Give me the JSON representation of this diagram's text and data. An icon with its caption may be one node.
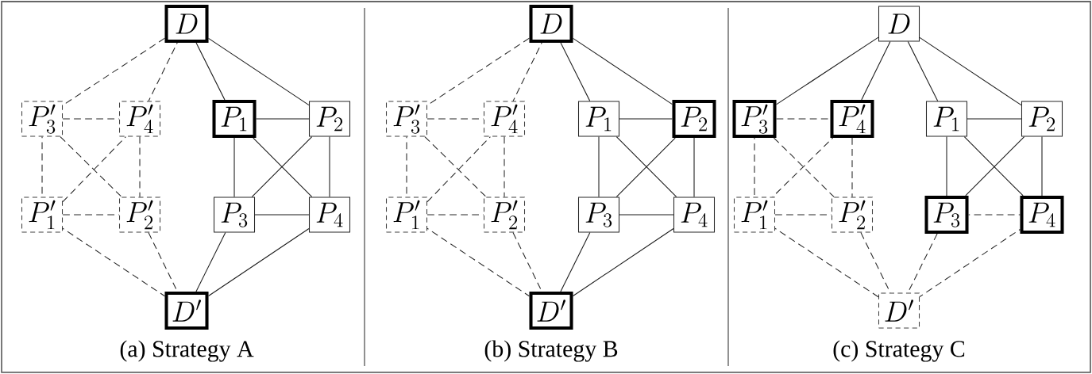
{
  "diagram": {
    "nodes": [
      {
        "text": [
          "D"
        ]
      },
      {
        "text": [
          "P'_3"
        ]
      },
      {
        "text": [
          "P'_4"
        ]
      },
      {
        "text": [
          "P_1"
        ]
      },
      {
        "text": [
          "P_2"
        ]
      },
      {
        "text": [
          "P'_1"
        ]
      },
      {
        "text": [
          "P'_2"
        ]
      },
      {
        "text": [
          "P_3"
        ]
      },
      {
        "text": [
          "P_4"
        ]
      },
      {
        "text": [
          "D'"
        ]
      },
      {
        "text": [
          "D"
        ]
      },
      {
        "text": [
          "P'_3"
        ]
      },
      {
        "text": [
          "P'_4"
        ]
      },
      {
        "text": [
          "P_1"
        ]
      },
      {
        "text": [
          "P_2"
        ]
      },
      {
        "text": [
          "P'_1"
        ]
      },
      {
        "text": [
          "P'_2"
        ]
      },
      {
        "text": [
          "P_3"
        ]
      },
      {
        "text": [
          "P_4"
        ]
      },
      {
        "text": [
          "D'"
        ]
      },
      {
        "text": [
          "D"
        ]
      },
      {
        "text": [
          "P'_3"
        ]
      },
      {
        "text": [
          "P'_4"
        ]
      },
      {
        "text": [
          "P_1"
        ]
      },
      {
        "text": [
          "P_2"
        ]
      },
      {
        "text": [
          "P'_1"
        ]
      },
      {
        "text": [
          "P'_2"
        ]
      },
      {
        "text": [
          "P_3"
        ]
      },
      {
        "text": [
          "P_4"
        ]
      },
      {
        "text": [
          "D'"
        ]
      }
    ],
    "edges": [
      {
        "from": 0,
        "to": 1,
        "arrow": "none",
        "style": "dashed"
      },
      {
        "from": 0,
        "to": 2,
        "arrow": "none",
        "style": "dashed"
      },
      {
        "from": 0,
        "to": 3,
        "arrow": "none"
      },
      {
        "from": 0,
        "to": 4,
        "arrow": "none"
      },
      {
        "from": 1,
        "to": 2,
        "arrow": "none",
        "style": "dashed"
      },
      {
        "from": 1,
        "to": 5,
        "arrow": "none",
        "style": "dashed"
      },
      {
        "from": 1,
        "to": 6,
        "arrow": "none",
        "style": "dashed"
      },
      {
        "from": 2,
        "to": 5,
        "arrow": "none",
        "style": "dashed"
      },
      {
        "from": 2,
        "to": 6,
        "arrow": "none",
        "style": "dashed"
      },
      {
        "from": 3,
        "to": 4,
        "arrow": "none"
      },
      {
        "from": 3,
        "to": 7,
        "arrow": "none"
      },
      {
        "from": 3,
        "to": 8,
        "arrow": "none"
      },
      {
        "from": 4,
        "to": 7,
        "arrow": "none"
      },
      {
        "from": 4,
        "to": 8,
        "arrow": "none"
      },
      {
        "from": 5,
        "to": 6,
        "arrow": "none",
        "style": "dashed"
      },
      {
        "from": 5,
        "to": 9,
        "arrow": "none",
        "style": "dashed"
      },
      {
        "from": 6,
        "to": 9,
        "arrow": "none",
        "style": "dashed"
      },
      {
        "from": 7,
        "to": 8,
        "arrow": "none"
      },
      {
        "from": 7,
        "to": 9,
        "arrow": "none"
      },
      {
        "from": 8,
        "to": 9,
        "arrow": "none"
      },
      {
        "from": 10,
        "to": 11,
        "arrow": "none",
        "style": "dashed"
      },
      {
        "from": 10,
        "to": 12,
        "arrow": "none",
        "style": "dashed"
      },
      {
        "from": 10,
        "to": 13,
        "arrow": "none"
      },
      {
        "from": 10,
        "to": 14,
        "arrow": "none"
      },
      {
        "from": 11,
        "to": 12,
        "arrow": "none",
        "style": "dashed"
      },
      {
        "from": 11,
        "to": 15,
        "arrow": "none",
        "style": "dashed"
      },
      {
        "from": 11,
        "to": 16,
        "arrow": "none",
        "style": "dashed"
      },
      {
        "from": 12,
        "to": 15,
        "arrow": "none",
        "style": "dashed"
      },
      {
        "from": 12,
        "to": 16,
        "arrow": "none",
        "style": "dashed"
      },
      {
        "from": 13,
        "to": 14,
        "arrow": "none"
      },
      {
        "from": 13,
        "to": 17,
        "arrow": "none"
      },
      {
        "from": 13,
        "to": 18,
        "arrow": "none"
      },
      {
        "from": 14,
        "to": 17,
        "arrow": "none"
      },
      {
        "from": 14,
        "to": 18,
        "arrow": "none"
      },
      {
        "from": 15,
        "to": 16,
        "arrow": "none",
        "style": "dashed"
      },
      {
        "from": 15,
        "to": 19,
        "arrow": "none",
        "style": "dashed"
      },
      {
        "from": 16,
        "to": 19,
        "arrow": "none",
        "style": "dashed"
      },
      {
        "from": 17,
        "to": 18,
        "arrow": "none"
      },
      {
        "from": 17,
        "to": 19,
        "arrow": "none"
      },
      {
        "from": 18,
        "to": 19,
        "arrow": "none"
      },
      {
        "from": 20,
        "to": 21,
        "arrow": "none"
      },
      {
        "from": 20,
        "to": 22,
        "arrow": "none"
      },
      {
        "from": 20,
        "to": 23,
        "arrow": "none"
      },
      {
        "from": 20,
        "to": 24,
        "arrow": "none"
      },
      {
        "from": 21,
        "to": 22,
        "arrow": "none",
        "style": "dashed"
      },
      {
        "from": 21,
        "to": 25,
        "arrow": "none",
        "style": "dashed"
      },
      {
        "from": 21,
        "to": 26,
        "arrow": "none",
        "style": "dashed"
      },
      {
        "from": 22,
        "to": 25,
        "arrow": "none",
        "style": "dashed"
      },
      {
        "from": 22,
        "to": 26,
        "arrow": "none",
        "style": "dashed"
      },
      {
        "from": 23,
        "to": 24,
        "arrow": "none"
      },
      {
        "from": 23,
        "to": 27,
        "arrow": "none"
      },
      {
        "from": 23,
        "to": 28,
        "arrow": "none"
      },
      {
        "from": 24,
        "to": 27,
        "arrow": "none"
      },
      {
        "from": 24,
        "to": 28,
        "arrow": "none"
      },
      {
        "from": 25,
        "to": 26,
        "arrow": "none",
        "style": "dashed"
      },
      {
        "from": 25,
        "to": 29,
        "arrow": "none",
        "style": "dashed"
      },
      {
        "from": 26,
        "to": 29,
        "arrow": "none",
        "style": "dashed"
      },
      {
        "from": 27,
        "to": 28,
        "arrow": "none",
        "style": "dashed"
      },
      {
        "from": 27,
        "to": 29,
        "arrow": "none",
        "style": "dashed"
      },
      {
        "from": 28,
        "to": 29,
        "arrow": "none",
        "style": "dashed"
      }
    ],
    "labels": [
      "(a) Strategy A",
      "(b) Strategy B",
      "(c) Strategy C"
    ]
  }
}
